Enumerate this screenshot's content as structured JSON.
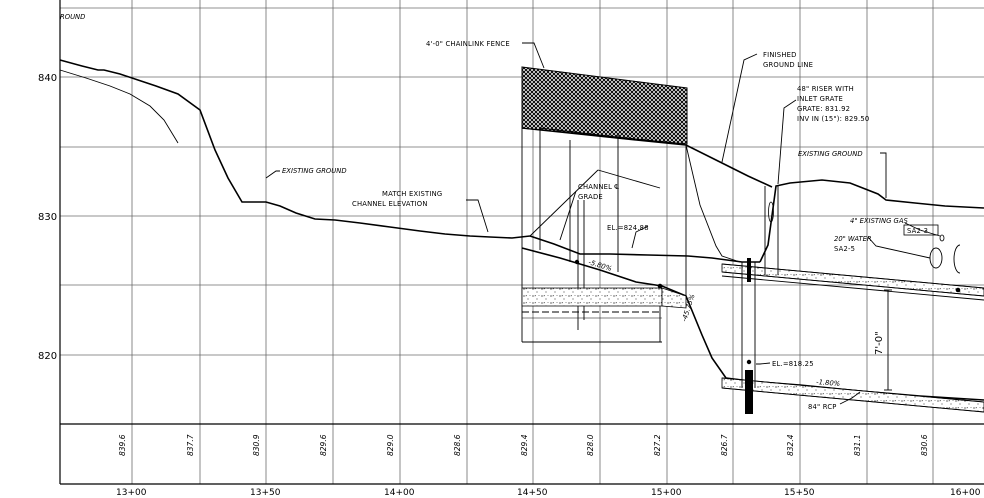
{
  "axis": {
    "elevations": [
      "840",
      "830",
      "820"
    ],
    "stations": [
      "13+00",
      "13+50",
      "14+00",
      "14+50",
      "15+00",
      "15+50",
      "16+00"
    ]
  },
  "ground_elevations": [
    "839.6",
    "837.7",
    "830.9",
    "829.6",
    "829.0",
    "828.6",
    "829.4",
    "828.0",
    "827.2",
    "826.7",
    "832.4",
    "831.1",
    "830.6"
  ],
  "labels": {
    "cut_ground": "ROUND",
    "fence": "4'-0\" CHAINLINK FENCE",
    "finished_1": "FINISHED",
    "finished_2": "GROUND LINE",
    "riser_1": "48\" RISER WITH",
    "riser_2": "INLET GRATE",
    "riser_3": "GRATE: 831.92",
    "riser_4": "INV IN (15\"): 829.50",
    "existing_left": "EXISTING GROUND",
    "existing_right": "EXISTING GROUND",
    "match_1": "MATCH EXISTING",
    "match_2": "CHANNEL ELEVATION",
    "channel_1": "CHANNEL ℄",
    "channel_2": "GRADE",
    "el_upper": "EL.=824.88",
    "el_lower": "EL.=818.25",
    "slope_a": "-5.80%",
    "slope_b": "-45.75%",
    "slope_c": "-1.80%",
    "gas": "4\" EXISTING GAS",
    "gas_tag": "SA2-3",
    "water": "20\" WATER",
    "water_tag": "SA2-5",
    "depth": "7'-0\"",
    "rcp": "84\" RCP"
  }
}
